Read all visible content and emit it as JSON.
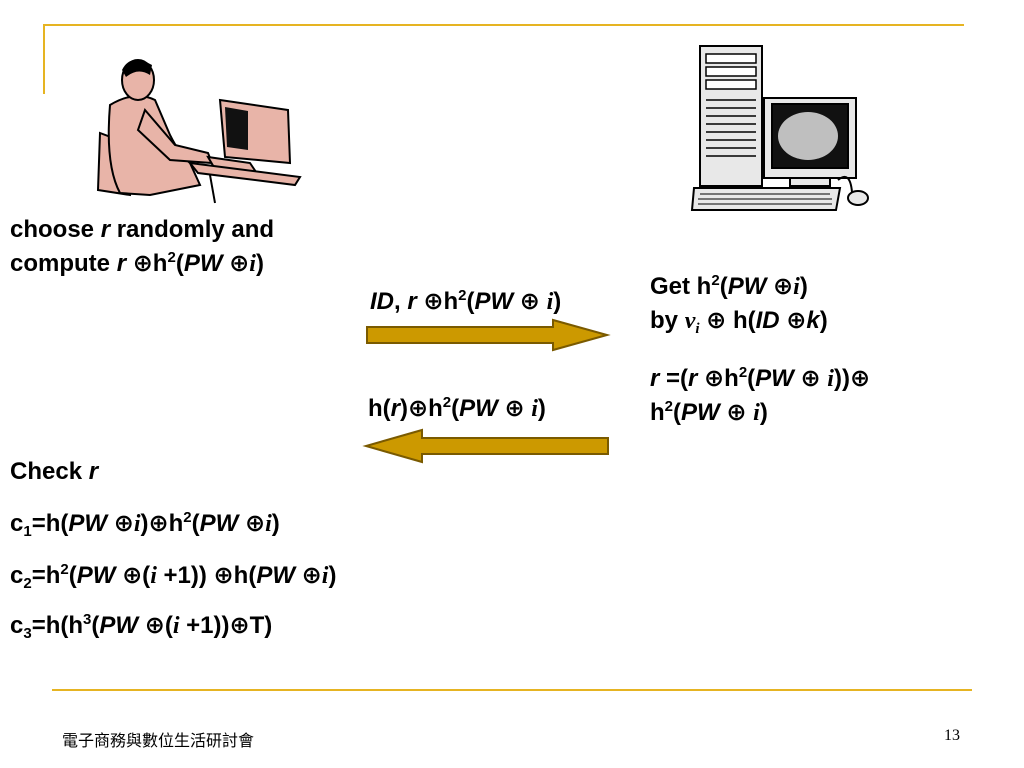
{
  "client": {
    "line1": {
      "a": "choose ",
      "b": "r",
      "c": "  randomly and"
    },
    "line2": {
      "a": "compute ",
      "b": "r",
      "c": " ⊕h",
      "d": "2",
      "e": "(",
      "f": "PW",
      "g": " ⊕",
      "h": "i",
      "k": ")"
    }
  },
  "message1": {
    "a": "ID",
    "b": ", ",
    "c": "r",
    "d": " ⊕h",
    "e": "2",
    "f": "(",
    "g": "PW",
    "h": " ⊕ ",
    "k": "i",
    "m": ")"
  },
  "message2": {
    "a": "h(",
    "b": "r",
    "c": ")⊕h",
    "d": "2",
    "e": "(",
    "f": "PW",
    "g": " ⊕ ",
    "h": "i",
    "k": ")"
  },
  "server": {
    "line1": {
      "a": "Get h",
      "b": "2",
      "c": "(",
      "d": "PW",
      "e": " ⊕",
      "f": "i",
      "g": ")"
    },
    "line2": {
      "a": "by ",
      "b": "v",
      "c": "i",
      "d": " ⊕ h(",
      "e": "ID",
      "f": " ⊕",
      "g": "k",
      "h": ")"
    },
    "line3": {
      "a": "r",
      "b": " =(",
      "c": "r",
      "d": " ⊕h",
      "e": "2",
      "f": "(",
      "g": "PW",
      "h": " ⊕ ",
      "k": "i",
      "m": "))⊕"
    },
    "line4": {
      "a": "h",
      "b": "2",
      "c": "(",
      "d": "PW",
      "e": " ⊕ ",
      "f": "i",
      "g": ")"
    }
  },
  "check": {
    "title": {
      "a": "Check ",
      "b": "r"
    },
    "c1": {
      "a": "c",
      "b": "1",
      "c": "=h(",
      "d": "PW",
      "e": " ⊕",
      "f": "i",
      "g": ")⊕h",
      "h": "2",
      "k": "(",
      "m": "PW",
      "n": " ⊕",
      "p": "i",
      "q": ")"
    },
    "c2": {
      "a": "c",
      "b": "2",
      "c": "=h",
      "d": "2",
      "e": "(",
      "f": "PW",
      "g": " ⊕(",
      "h": "i",
      "k": " +1)) ⊕h(",
      "m": "PW",
      "n": " ⊕",
      "p": "i",
      "q": ")"
    },
    "c3": {
      "a": "c",
      "b": "3",
      "c": "=h(h",
      "d": "3",
      "e": "(",
      "f": "PW",
      "g": " ⊕(",
      "h": "i",
      "k": " +1))⊕T)"
    }
  },
  "footer": {
    "title": "電子商務與數位生活研討會",
    "page": "13"
  },
  "colors": {
    "rule": "#e6b422",
    "arrow_fill": "#cc9900",
    "arrow_stroke": "#7a5a00",
    "skin": "#e8b4a8"
  }
}
